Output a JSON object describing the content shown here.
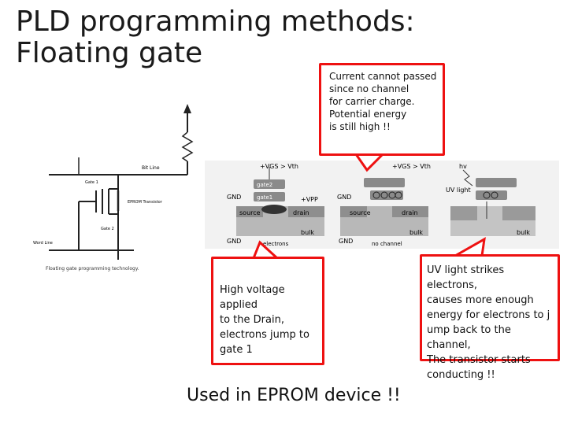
{
  "title": {
    "line1": "PLD programming methods:",
    "line2": "Floating gate"
  },
  "callouts": {
    "top": "Current cannot passed\nsince no channel\nfor carrier charge.\nPotential energy\nis still high !!",
    "left": "High voltage applied\nto the Drain,\nelectrons jump to\ngate 1",
    "right": "UV light strikes electrons,\ncauses more enough\nenergy for electrons to j\nump back to the channel,\nThe transistor starts\nconducting !!"
  },
  "bottom_text": "Used in EPROM device !!",
  "circuit": {
    "bit_line": "Bit Line",
    "gate1": "Gate 1",
    "eprom_transistor": "EPROM Transistor",
    "gate2": "Gate 2",
    "word_line": "Word Line",
    "caption": "Floating gate programming technology."
  },
  "panels": {
    "p1": {
      "top_label": "+VGS > Vth",
      "gate2": "gate2",
      "gate1": "gate1",
      "gnd_left": "GND",
      "vpp": "+VPP",
      "source": "source",
      "drain": "drain",
      "bulk": "bulk",
      "gnd_bottom": "GND",
      "electrons": "electrons"
    },
    "p2": {
      "top_label": "+VGS > Vth",
      "gnd_left": "GND",
      "source": "source",
      "drain": "drain",
      "bulk": "bulk",
      "gnd_bottom": "GND",
      "no_channel": "no channel"
    },
    "p3": {
      "hv": "hv",
      "uv_light": "UV light",
      "bulk": "bulk"
    }
  },
  "colors": {
    "callout_border": "#ee1111"
  }
}
